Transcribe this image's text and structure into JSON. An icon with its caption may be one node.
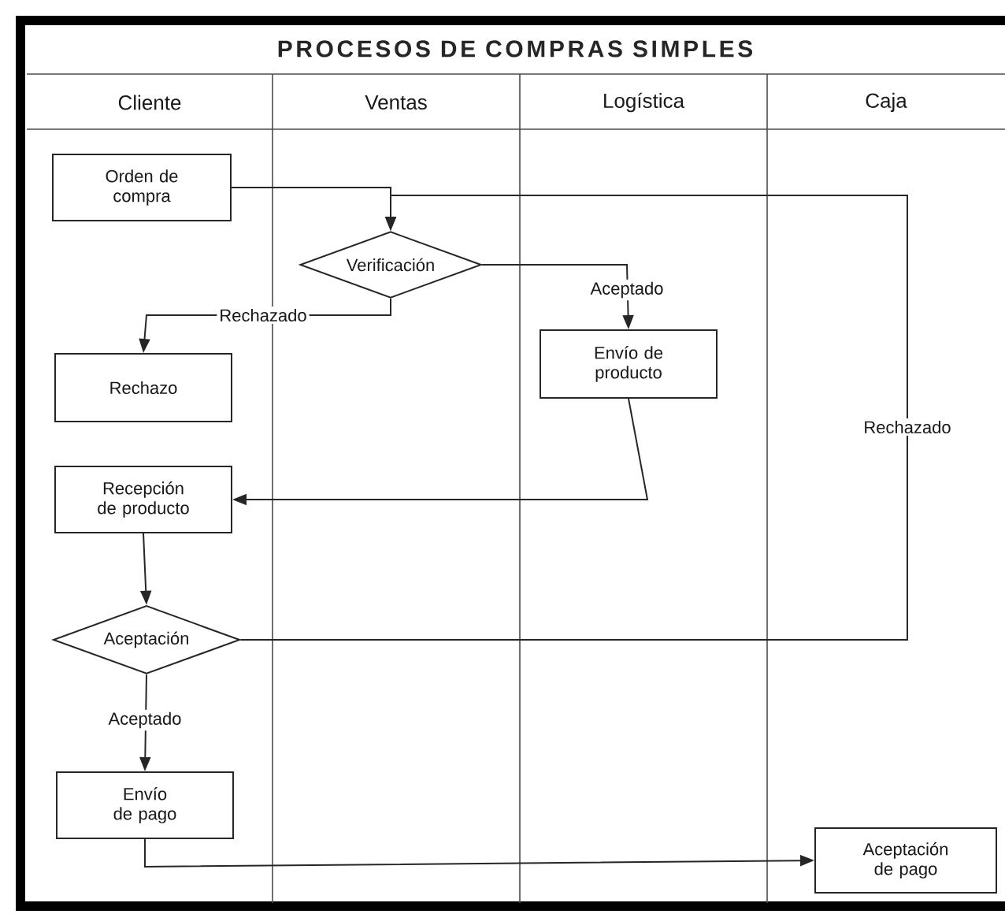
{
  "diagram": {
    "title": "PROCESOS DE COMPRAS SIMPLES",
    "nodes": [
      {
        "text": [
          "Orden de compra"
        ]
      },
      {
        "text": [
          "Verificación"
        ]
      },
      {
        "text": [
          "Rechazo"
        ]
      },
      {
        "text": [
          "Envío de producto"
        ]
      },
      {
        "text": [
          "Recepción de producto"
        ]
      },
      {
        "text": [
          "Aceptación"
        ]
      },
      {
        "text": [
          "Envío de pago"
        ]
      },
      {
        "text": [
          "Aceptación de pago"
        ]
      }
    ],
    "edges": [
      {
        "from": 0,
        "to": 1,
        "arrow": "to"
      },
      {
        "from": 1,
        "to": 2,
        "arrow": "to",
        "label": "Rechazado"
      },
      {
        "from": 1,
        "to": 3,
        "arrow": "to",
        "label": "Aceptado"
      },
      {
        "from": 3,
        "to": 4,
        "arrow": "to"
      },
      {
        "from": 4,
        "to": 5,
        "arrow": "to"
      },
      {
        "from": 5,
        "to": 1,
        "arrow": "to",
        "label": "Rechazado"
      },
      {
        "from": 5,
        "to": 6,
        "arrow": "to",
        "label": "Aceptado"
      },
      {
        "from": 6,
        "to": 7,
        "arrow": "to"
      }
    ],
    "labels": [
      "Cliente",
      "Ventas",
      "Logística",
      "Caja"
    ]
  }
}
